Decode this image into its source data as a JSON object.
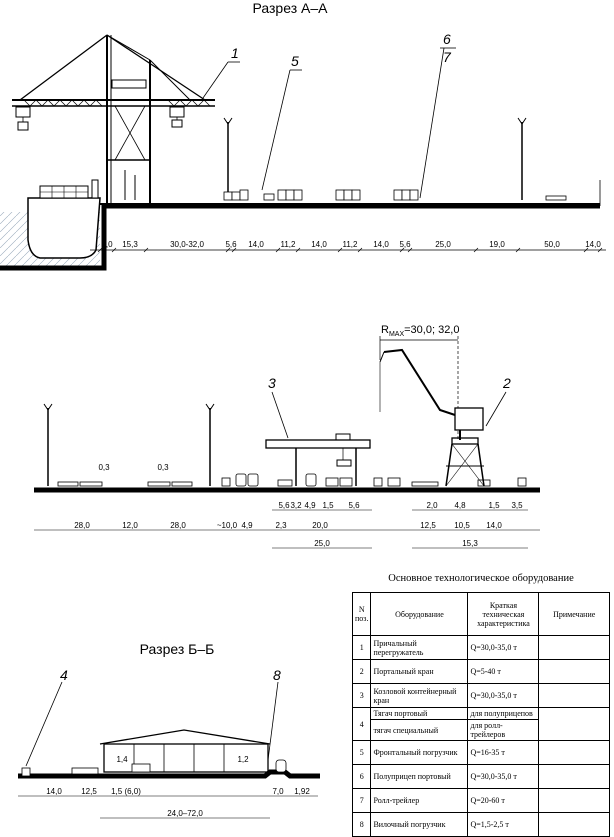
{
  "section_aa": {
    "title": "Разрез А–А",
    "callouts": [
      "1",
      "5",
      "6",
      "7"
    ],
    "dims": [
      "4,0",
      "15,3",
      "30,0-32,0",
      "5,6",
      "14,0",
      "11,2",
      "14,0",
      "11,2",
      "14,0",
      "5,6",
      "25,0",
      "19,0",
      "50,0",
      "14,0"
    ]
  },
  "section_mid": {
    "radius_label": "R",
    "radius_sub": "MAX",
    "radius_value": "=30,0; 32,0",
    "callouts": [
      "3",
      "2"
    ],
    "heights": [
      "0,3",
      "0,3"
    ],
    "dims_top": [
      "5,6",
      "3,2",
      "4,9",
      "1,5",
      "5,6",
      "2,0",
      "4,8",
      "1,5",
      "3,5"
    ],
    "dims_row1": [
      "28,0",
      "12,0",
      "28,0",
      "~10,0",
      "4,9",
      "2,3",
      "20,0",
      "12,5",
      "10,5",
      "14,0"
    ],
    "dims_row2": [
      "25,0",
      "15,3"
    ]
  },
  "section_bb": {
    "title": "Разрез Б–Б",
    "callouts": [
      "4",
      "8"
    ],
    "heights": [
      "1,4",
      "1,2"
    ],
    "dims_row1": [
      "14,0",
      "12,5",
      "1,5 (6,0)",
      "7,0",
      "1,92"
    ],
    "dims_row2": [
      "24,0–72,0"
    ]
  },
  "equipment_table": {
    "caption": "Основное технологическое оборудование",
    "headers": {
      "num": "N поз.",
      "name": "Оборудование",
      "spec": "Краткая техническая характеристика",
      "note": "Примечание"
    },
    "rows": [
      {
        "num": "1",
        "name": "Причальный перегружатель",
        "spec": "Q=30,0-35,0 т"
      },
      {
        "num": "2",
        "name": "Портальный кран",
        "spec": "Q=5-40 т"
      },
      {
        "num": "3",
        "name": "Козловой контейнерный кран",
        "spec": "Q=30,0-35,0 т"
      },
      {
        "num": "4",
        "name": "Тягач портовый",
        "spec": "для полуприцепов",
        "name2": "тягач специальный",
        "spec2": "для ролл-трейлеров"
      },
      {
        "num": "5",
        "name": "Фронтальный погрузчик",
        "spec": "Q=16-35 т"
      },
      {
        "num": "6",
        "name": "Полуприцеп портовый",
        "spec": "Q=30,0-35,0 т"
      },
      {
        "num": "7",
        "name": "Ролл-трейлер",
        "spec": "Q=20-60 т"
      },
      {
        "num": "8",
        "name": "Вилочный погрузчик",
        "spec": "Q=1,5-2,5 т"
      }
    ]
  }
}
